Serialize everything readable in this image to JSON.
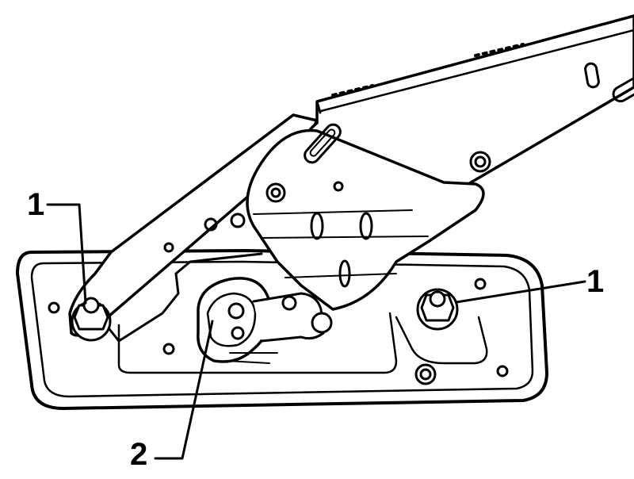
{
  "callouts": [
    {
      "label": "1"
    },
    {
      "label": "1"
    },
    {
      "label": "2"
    }
  ],
  "colors": {
    "ink": "#000000",
    "paper": "#ffffff"
  }
}
